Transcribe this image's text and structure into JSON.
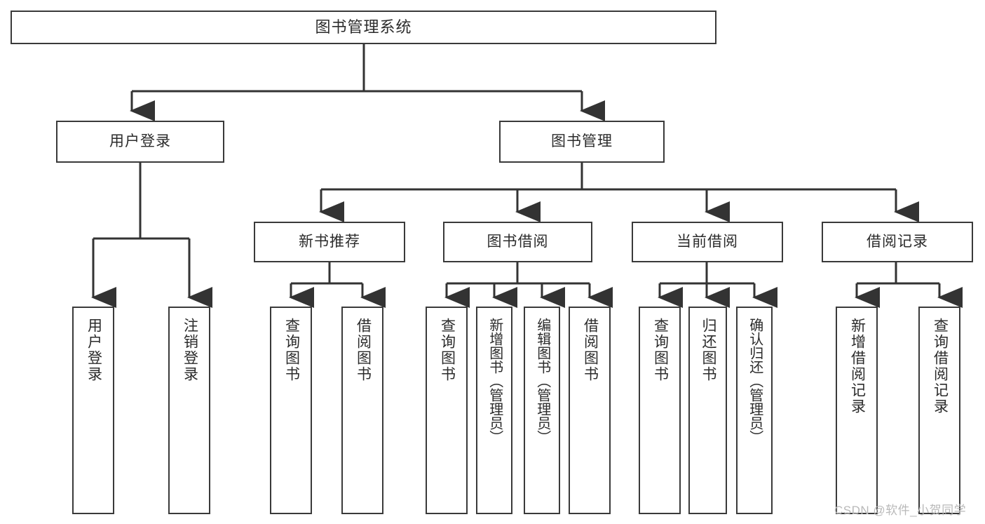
{
  "diagram": {
    "title": "图书管理系统",
    "type": "tree-hierarchy",
    "orientation": "top-down",
    "colors": {
      "box_border": "#3a3a3a",
      "box_fill": "#ffffff",
      "connector": "#333333",
      "text": "#2b2b2b",
      "background": "#ffffff",
      "watermark": "#b9b9b9"
    },
    "root": {
      "label": "图书管理系统"
    },
    "level2": [
      {
        "label": "用户登录"
      },
      {
        "label": "图书管理"
      }
    ],
    "level3": [
      {
        "label": "新书推荐"
      },
      {
        "label": "图书借阅"
      },
      {
        "label": "当前借阅"
      },
      {
        "label": "借阅记录"
      }
    ],
    "leaves": {
      "user_login": [
        {
          "label": "用户登录"
        },
        {
          "label": "注销登录"
        }
      ],
      "new_book_recommend": [
        {
          "label": "查询图书"
        },
        {
          "label": "借阅图书"
        }
      ],
      "book_borrow": [
        {
          "label": "查询图书"
        },
        {
          "label": "新增图书（管理员）"
        },
        {
          "label": "编辑图书（管理员）"
        },
        {
          "label": "借阅图书"
        }
      ],
      "current_borrow": [
        {
          "label": "查询图书"
        },
        {
          "label": "归还图书"
        },
        {
          "label": "确认归还（管理员）"
        }
      ],
      "borrow_records": [
        {
          "label": "新增借阅记录"
        },
        {
          "label": "查询借阅记录"
        }
      ]
    },
    "watermark": "CSDN @软件_小贺同学"
  }
}
